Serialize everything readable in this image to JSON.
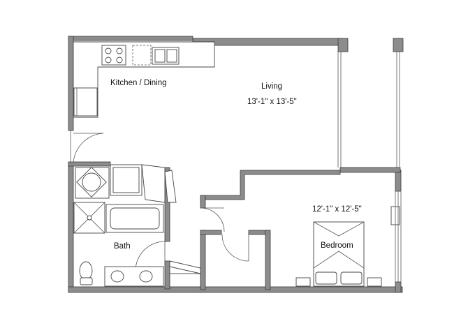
{
  "rooms": {
    "kitchen_dining": {
      "label": "Kitchen / Dining"
    },
    "living": {
      "label": "Living",
      "dimensions": "13'-1\" x 13'-5\""
    },
    "bedroom": {
      "label": "Bedroom",
      "dimensions": "12'-1\" x 12'-5\""
    },
    "bath": {
      "label": "Bath"
    }
  }
}
